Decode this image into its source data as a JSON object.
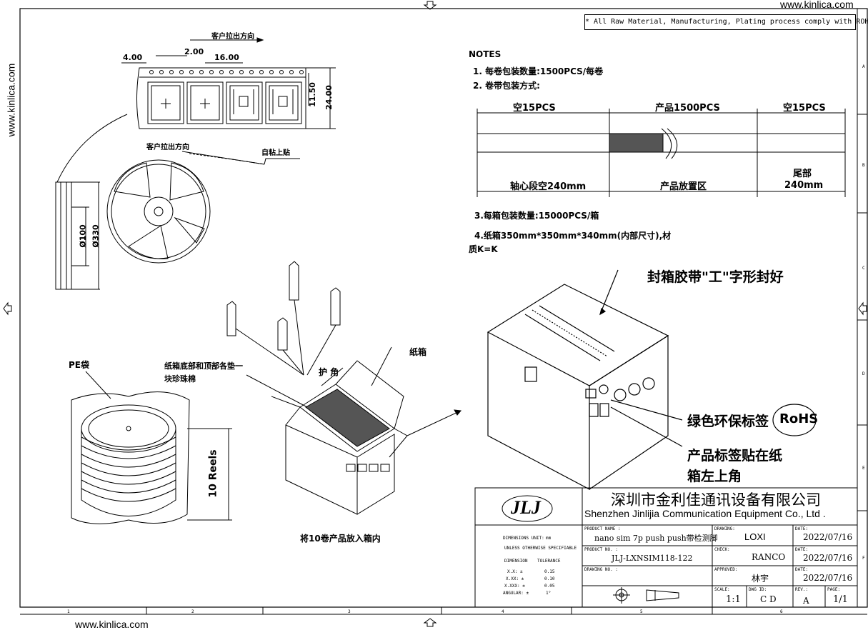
{
  "watermark": "www.kinlica.com",
  "rohs_note": "* All Raw Material, Manufacturing, Plating process comply with ROHS",
  "tape": {
    "direction_label": "客户拉出方向",
    "dims": [
      "4.00",
      "2.00",
      "16.00",
      "11.50",
      "24.00"
    ]
  },
  "reel": {
    "direction_label": "客户拉出方向",
    "cover_label": "自粘上贴",
    "dims": [
      "Ø100",
      "Ø330"
    ]
  },
  "notes": {
    "title": "NOTES",
    "line1": "1. 每卷包装数量:1500PCS/每卷",
    "line2": "2. 卷带包装方式:",
    "line3": "3.每箱包装数量:15000PCS/箱",
    "line4a": "4.纸箱350mm*350mm*340mm(内部尺寸),材",
    "line4b": "质K=K"
  },
  "strip": {
    "left_top": "空15PCS",
    "mid_top": "产品1500PCS",
    "right_top": "空15PCS",
    "left_bottom": "轴心段空240mm",
    "mid_bottom": "产品放置区",
    "right_bottom_1": "尾部",
    "right_bottom_2": "240mm"
  },
  "stack": {
    "bag_label": "PE袋",
    "reels_label": "10 Reels",
    "caption": "将10卷产品放入箱内"
  },
  "box_open": {
    "foam_label_1": "纸箱底部和顶部各垫一",
    "foam_label_2": "块珍珠棉",
    "corner_label": "护 角",
    "carton_label": "纸箱"
  },
  "box_closed": {
    "tape_label": "封箱胶带\"工\"字形封好",
    "green_label": "绿色环保标签",
    "rohs_badge": "RoHS",
    "product_label_1": "产品标签贴在纸",
    "product_label_2": "箱左上角"
  },
  "title_block": {
    "company_cn": "深圳市金利佳通讯设备有限公司",
    "company_en": "Shenzhen Jinlijia Communication Equipment Co., Ltd .",
    "logo": "JLJ",
    "dim_unit_label": "DIMENSIONS UNIT:",
    "dim_unit": "mm",
    "unless": "UNLESS OTHERWISE SPECIFIABLE",
    "dimension_hdr": "DIMENSION",
    "tolerance_hdr": "TOLERANCE",
    "tol_rows": [
      {
        "d": "X.X:  ±",
        "t": "0.15"
      },
      {
        "d": "X.XX:  ±",
        "t": "0.10"
      },
      {
        "d": "X.XXX:  ±",
        "t": "0.05"
      },
      {
        "d": "ANGULAR:  ±",
        "t": "1°"
      }
    ],
    "product_name_label": "PRODUCT NAME :",
    "product_name": "nano sim 7p push push带检测脚",
    "product_no_label": "PRODUCT NO. :",
    "product_no": "JLJ-LXNSIM118-122",
    "drawing_no_label": "DRAWING NO. :",
    "drawing_label": "DRAWING:",
    "drawing": "LOXI",
    "check_label": "CHECK:",
    "check": "RANCO",
    "approved_label": "APPROVED:",
    "approved": "林宇",
    "date_label": "DATE:",
    "date1": "2022/07/16",
    "date2": "2022/07/16",
    "date3": "2022/07/16",
    "scale_label": "SCALE:",
    "scale": "1:1",
    "dwg_id_label": "DWG ID:",
    "dwg_id": "C D",
    "rev_label": "REV.:",
    "rev": "A",
    "page_label": "PAGE:",
    "page": "1/1"
  },
  "border": {
    "bottom_zones": [
      "1",
      "2",
      "3",
      "4",
      "5",
      "6"
    ],
    "right_zones": [
      "A",
      "B",
      "C",
      "D",
      "E",
      "F"
    ]
  }
}
